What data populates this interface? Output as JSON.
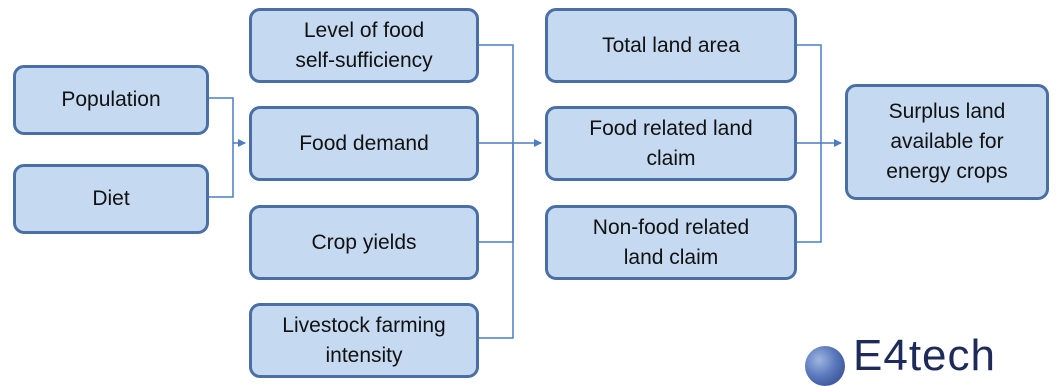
{
  "nodes": {
    "population": "Population",
    "diet": "Diet",
    "self_sufficiency": "Level of food\nself-sufficiency",
    "food_demand": "Food demand",
    "crop_yields": "Crop yields",
    "livestock": "Livestock farming\nintensity",
    "total_land": "Total land area",
    "food_land_claim": "Food related land\nclaim",
    "nonfood_land_claim": "Non-food related\nland claim",
    "surplus_land": "Surplus land\navailable for\nenergy crops"
  },
  "logo": {
    "text": "E4tech"
  },
  "colors": {
    "box_fill": "#c5d9f1",
    "box_border": "#4a6fa5",
    "connector": "#4a7ec2"
  }
}
